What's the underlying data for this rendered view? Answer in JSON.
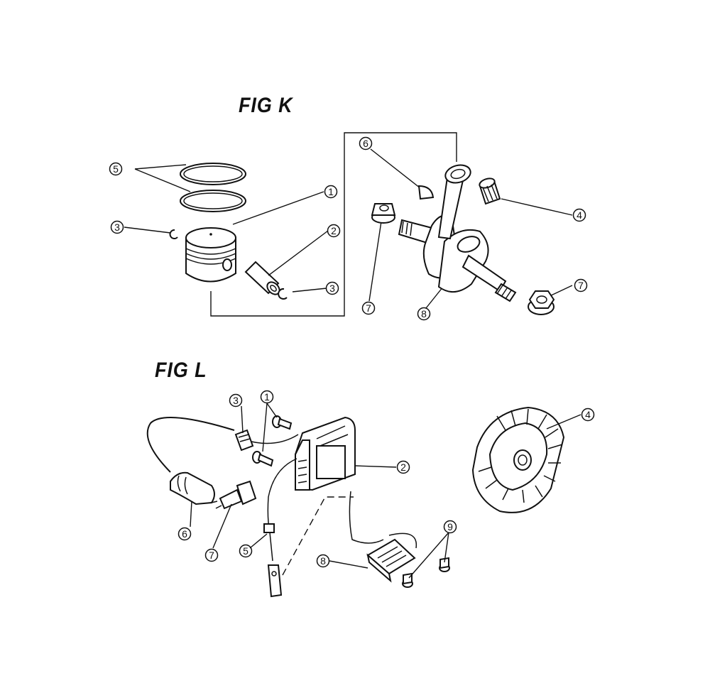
{
  "fig_k": {
    "title": "FIG K",
    "labels": {
      "l1": "1",
      "l2": "2",
      "l3a": "3",
      "l3b": "3",
      "l4": "4",
      "l5": "5",
      "l6": "6",
      "l7a": "7",
      "l7b": "7",
      "l8": "8"
    }
  },
  "fig_l": {
    "title": "FIG L",
    "labels": {
      "l1": "1",
      "l2": "2",
      "l3": "3",
      "l4": "4",
      "l5": "5",
      "l6": "6",
      "l7": "7",
      "l8": "8",
      "l9": "9"
    }
  }
}
